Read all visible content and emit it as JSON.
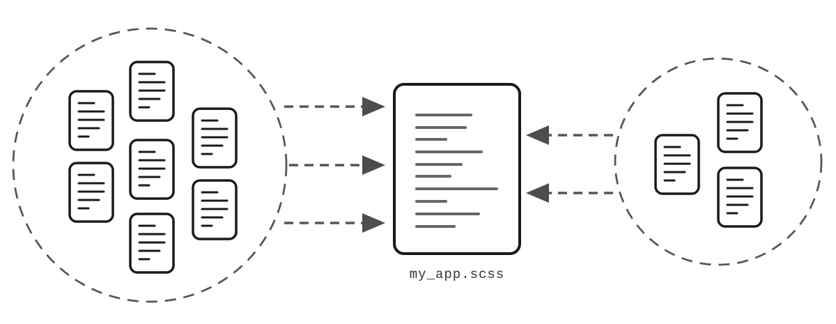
{
  "diagram": {
    "center_label": "my_app.scss",
    "left_cluster": {
      "description": "group of partial files feeding into main stylesheet",
      "document_count": 7
    },
    "right_cluster": {
      "description": "group of partial files feeding into main stylesheet",
      "document_count": 3
    },
    "arrows": {
      "left_to_center_count": 3,
      "right_to_center_count": 2,
      "style": "dashed-with-solid-triangle-head"
    },
    "icons": {
      "document_icon": "rounded-rect-with-horizontal-text-lines",
      "arrow_right_icon": "dashed-line-solid-triangle-pointing-right",
      "arrow_left_icon": "dashed-line-solid-triangle-pointing-left"
    },
    "colors": {
      "background": "#ffffff",
      "document_stroke": "#1a1a1a",
      "dashed_stroke": "#555555",
      "center_line": "#666666",
      "arrowhead": "#4d4d4d",
      "label_text": "#333333"
    }
  }
}
